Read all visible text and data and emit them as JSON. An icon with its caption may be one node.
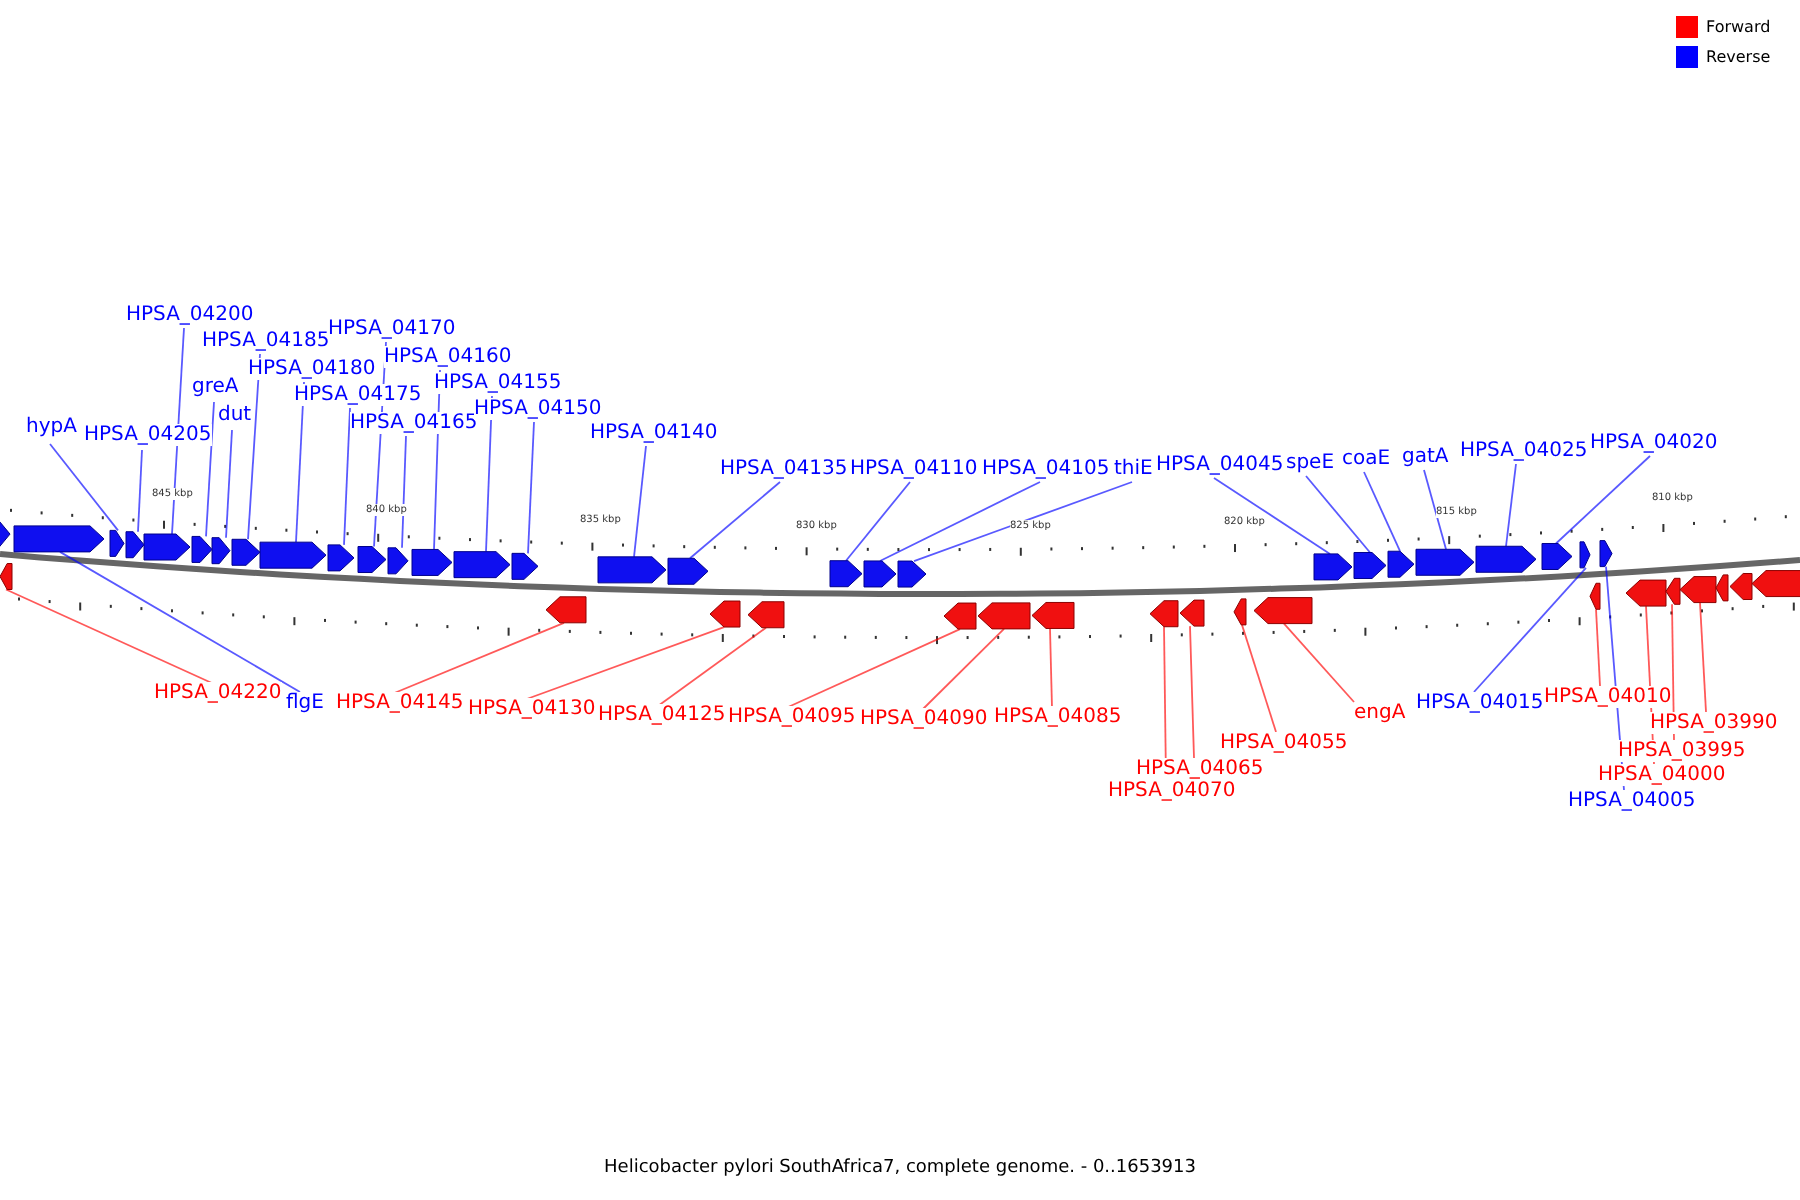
{
  "diagram": {
    "caption": "Helicobacter pylori SouthAfrica7, complete genome. - 0..1653913",
    "nodes": [
      {
        "text": [
          "hypA"
        ]
      },
      {
        "text": [
          "HPSA_04205"
        ]
      },
      {
        "text": [
          "HPSA_04200"
        ]
      },
      {
        "text": [
          "greA"
        ]
      },
      {
        "text": [
          "dut"
        ]
      },
      {
        "text": [
          "HPSA_04185"
        ]
      },
      {
        "text": [
          "HPSA_04180"
        ]
      },
      {
        "text": [
          "HPSA_04175"
        ]
      },
      {
        "text": [
          "HPSA_04170"
        ]
      },
      {
        "text": [
          "HPSA_04165"
        ]
      },
      {
        "text": [
          "HPSA_04160"
        ]
      },
      {
        "text": [
          "HPSA_04155"
        ]
      },
      {
        "text": [
          "HPSA_04150"
        ]
      },
      {
        "text": [
          "HPSA_04140"
        ]
      },
      {
        "text": [
          "HPSA_04135"
        ]
      },
      {
        "text": [
          "HPSA_04110"
        ]
      },
      {
        "text": [
          "HPSA_04105"
        ]
      },
      {
        "text": [
          "thiE"
        ]
      },
      {
        "text": [
          "HPSA_04045"
        ]
      },
      {
        "text": [
          "speE"
        ]
      },
      {
        "text": [
          "coaE"
        ]
      },
      {
        "text": [
          "gatA"
        ]
      },
      {
        "text": [
          "HPSA_04025"
        ]
      },
      {
        "text": [
          "HPSA_04020"
        ]
      },
      {
        "text": [
          "HPSA_04220"
        ]
      },
      {
        "text": [
          "flgE"
        ]
      },
      {
        "text": [
          "HPSA_04145"
        ]
      },
      {
        "text": [
          "HPSA_04130"
        ]
      },
      {
        "text": [
          "HPSA_04125"
        ]
      },
      {
        "text": [
          "HPSA_04095"
        ]
      },
      {
        "text": [
          "HPSA_04090"
        ]
      },
      {
        "text": [
          "HPSA_04085"
        ]
      },
      {
        "text": [
          "HPSA_04070"
        ]
      },
      {
        "text": [
          "HPSA_04065"
        ]
      },
      {
        "text": [
          "HPSA_04055"
        ]
      },
      {
        "text": [
          "engA"
        ]
      },
      {
        "text": [
          "HPSA_04015"
        ]
      },
      {
        "text": [
          "HPSA_04010"
        ]
      },
      {
        "text": [
          "HPSA_04005"
        ]
      },
      {
        "text": [
          "HPSA_04000"
        ]
      },
      {
        "text": [
          "HPSA_03995"
        ]
      },
      {
        "text": [
          "HPSA_03990"
        ]
      },
      {
        "text": [],
        "shape": "arrow"
      },
      {
        "text": [],
        "shape": "arrow"
      },
      {
        "text": [],
        "shape": "arrow"
      },
      {
        "text": [],
        "shape": "arrow"
      },
      {
        "text": [],
        "shape": "arrow"
      },
      {
        "text": [],
        "shape": "arrow"
      },
      {
        "text": [],
        "shape": "arrow"
      },
      {
        "text": [],
        "shape": "arrow"
      },
      {
        "text": [],
        "shape": "arrow"
      },
      {
        "text": [],
        "shape": "arrow"
      },
      {
        "text": [],
        "shape": "arrow"
      },
      {
        "text": [],
        "shape": "arrow"
      },
      {
        "text": [],
        "shape": "arrow"
      },
      {
        "text": [],
        "shape": "arrow"
      },
      {
        "text": [],
        "shape": "arrow"
      },
      {
        "text": [],
        "shape": "arrow"
      },
      {
        "text": [],
        "shape": "arrow"
      },
      {
        "text": [],
        "shape": "arrow"
      },
      {
        "text": [],
        "shape": "arrow"
      },
      {
        "text": [],
        "shape": "arrow"
      },
      {
        "text": [],
        "shape": "arrow"
      },
      {
        "text": [],
        "shape": "arrow"
      },
      {
        "text": [],
        "shape": "arrow"
      },
      {
        "text": [],
        "shape": "arrow"
      },
      {
        "text": [],
        "shape": "arrow"
      },
      {
        "text": [],
        "shape": "arrow"
      },
      {
        "text": [],
        "shape": "arrow"
      },
      {
        "text": [],
        "shape": "arrow"
      },
      {
        "text": [],
        "shape": "arrow"
      },
      {
        "text": [],
        "shape": "arrow"
      },
      {
        "text": [],
        "shape": "arrow"
      },
      {
        "text": [],
        "shape": "arrow"
      },
      {
        "text": [],
        "shape": "arrow"
      },
      {
        "text": [],
        "shape": "arrow"
      },
      {
        "text": [],
        "shape": "arrow"
      },
      {
        "text": [],
        "shape": "arrow"
      },
      {
        "text": [],
        "shape": "arrow"
      },
      {
        "text": [],
        "shape": "arrow"
      },
      {
        "text": [],
        "shape": "arrow"
      },
      {
        "text": [],
        "shape": "arrow"
      },
      {
        "text": [],
        "shape": "arrow"
      },
      {
        "text": [],
        "shape": "arrow"
      },
      {
        "text": [],
        "shape": "arrow"
      },
      {
        "text": [],
        "shape": "arrow"
      },
      {
        "text": [],
        "shape": "arrow"
      },
      {
        "text": [],
        "shape": "arrow"
      }
    ],
    "edges": [
      {
        "from": 0,
        "to": 44,
        "arrow": "none"
      },
      {
        "from": 1,
        "to": 45,
        "arrow": "none"
      },
      {
        "from": 2,
        "to": 46,
        "arrow": "none"
      },
      {
        "from": 3,
        "to": 47,
        "arrow": "none"
      },
      {
        "from": 4,
        "to": 48,
        "arrow": "none"
      },
      {
        "from": 5,
        "to": 49,
        "arrow": "none"
      },
      {
        "from": 6,
        "to": 50,
        "arrow": "none"
      },
      {
        "from": 7,
        "to": 51,
        "arrow": "none"
      },
      {
        "from": 8,
        "to": 52,
        "arrow": "none"
      },
      {
        "from": 9,
        "to": 53,
        "arrow": "none"
      },
      {
        "from": 10,
        "to": 54,
        "arrow": "none"
      },
      {
        "from": 11,
        "to": 55,
        "arrow": "none"
      },
      {
        "from": 12,
        "to": 56,
        "arrow": "none"
      },
      {
        "from": 13,
        "to": 57,
        "arrow": "none"
      },
      {
        "from": 14,
        "to": 58,
        "arrow": "none"
      },
      {
        "from": 15,
        "to": 59,
        "arrow": "none"
      },
      {
        "from": 16,
        "to": 60,
        "arrow": "none"
      },
      {
        "from": 17,
        "to": 61,
        "arrow": "none"
      },
      {
        "from": 18,
        "to": 62,
        "arrow": "none"
      },
      {
        "from": 19,
        "to": 63,
        "arrow": "none"
      },
      {
        "from": 20,
        "to": 64,
        "arrow": "none"
      },
      {
        "from": 21,
        "to": 65,
        "arrow": "none"
      },
      {
        "from": 22,
        "to": 66,
        "arrow": "none"
      },
      {
        "from": 23,
        "to": 67,
        "arrow": "none"
      },
      {
        "from": 24,
        "to": 70,
        "arrow": "none",
        "color": "#ff0000"
      },
      {
        "from": 25,
        "to": 43,
        "arrow": "none"
      },
      {
        "from": 26,
        "to": 71,
        "arrow": "none",
        "color": "#ff0000"
      },
      {
        "from": 27,
        "to": 72,
        "arrow": "none",
        "color": "#ff0000"
      },
      {
        "from": 28,
        "to": 73,
        "arrow": "none",
        "color": "#ff0000"
      },
      {
        "from": 29,
        "to": 74,
        "arrow": "none",
        "color": "#ff0000"
      },
      {
        "from": 30,
        "to": 75,
        "arrow": "none",
        "color": "#ff0000"
      },
      {
        "from": 31,
        "to": 76,
        "arrow": "none",
        "color": "#ff0000"
      },
      {
        "from": 32,
        "to": 77,
        "arrow": "none",
        "color": "#ff0000"
      },
      {
        "from": 33,
        "to": 78,
        "arrow": "none",
        "color": "#ff0000"
      },
      {
        "from": 34,
        "to": 79,
        "arrow": "none",
        "color": "#ff0000"
      },
      {
        "from": 35,
        "to": 80,
        "arrow": "none",
        "color": "#ff0000"
      },
      {
        "from": 36,
        "to": 68,
        "arrow": "none"
      },
      {
        "from": 37,
        "to": 81,
        "arrow": "none",
        "color": "#ff0000"
      },
      {
        "from": 38,
        "to": 69,
        "arrow": "none"
      },
      {
        "from": 39,
        "to": 82,
        "arrow": "none",
        "color": "#ff0000"
      },
      {
        "from": 40,
        "to": 83,
        "arrow": "none",
        "color": "#ff0000"
      },
      {
        "from": 41,
        "to": 84,
        "arrow": "none",
        "color": "#ff0000"
      }
    ],
    "labels": [
      "845 kbp",
      "840 kbp",
      "835 kbp",
      "830 kbp",
      "825 kbp",
      "820 kbp",
      "815 kbp",
      "810 kbp"
    ],
    "legend": [
      {
        "text": "Forward",
        "color": "#ff0000"
      },
      {
        "text": "Reverse",
        "color": "#0000ff"
      }
    ]
  }
}
